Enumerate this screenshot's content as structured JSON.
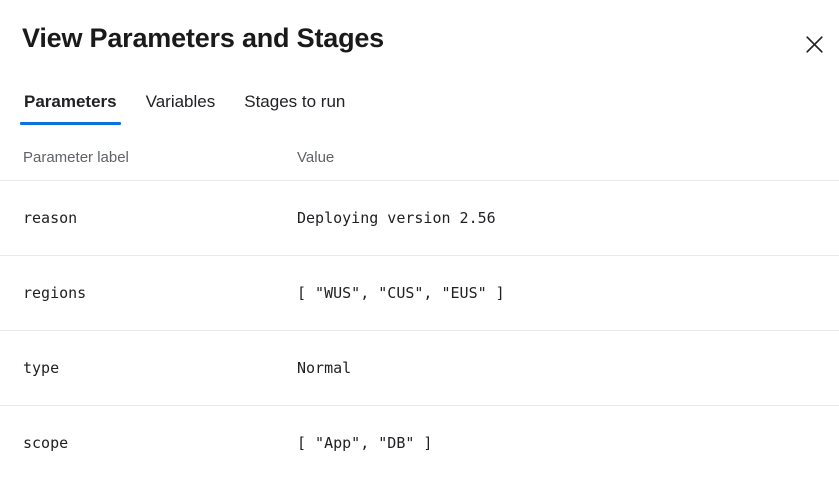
{
  "dialog": {
    "title": "View Parameters and Stages",
    "close_label": "Close",
    "close_icon": "close-icon"
  },
  "tabs": {
    "items": [
      {
        "label": "Parameters",
        "active": true
      },
      {
        "label": "Variables",
        "active": false
      },
      {
        "label": "Stages to run",
        "active": false
      }
    ],
    "active_underline_color": "#0b72e0"
  },
  "table": {
    "columns": [
      {
        "key": "label",
        "header": "Parameter label"
      },
      {
        "key": "value",
        "header": "Value"
      }
    ],
    "rows": [
      {
        "label": "reason",
        "value": "Deploying version 2.56"
      },
      {
        "label": "regions",
        "value": "[ \"WUS\", \"CUS\", \"EUS\" ]"
      },
      {
        "label": "type",
        "value": "Normal"
      },
      {
        "label": "scope",
        "value": "[ \"App\", \"DB\" ]"
      }
    ]
  },
  "colors": {
    "background": "#ffffff",
    "text_primary": "#202124",
    "text_secondary": "#5f6368",
    "divider": "#e8eaed",
    "accent": "#0b72e0"
  }
}
